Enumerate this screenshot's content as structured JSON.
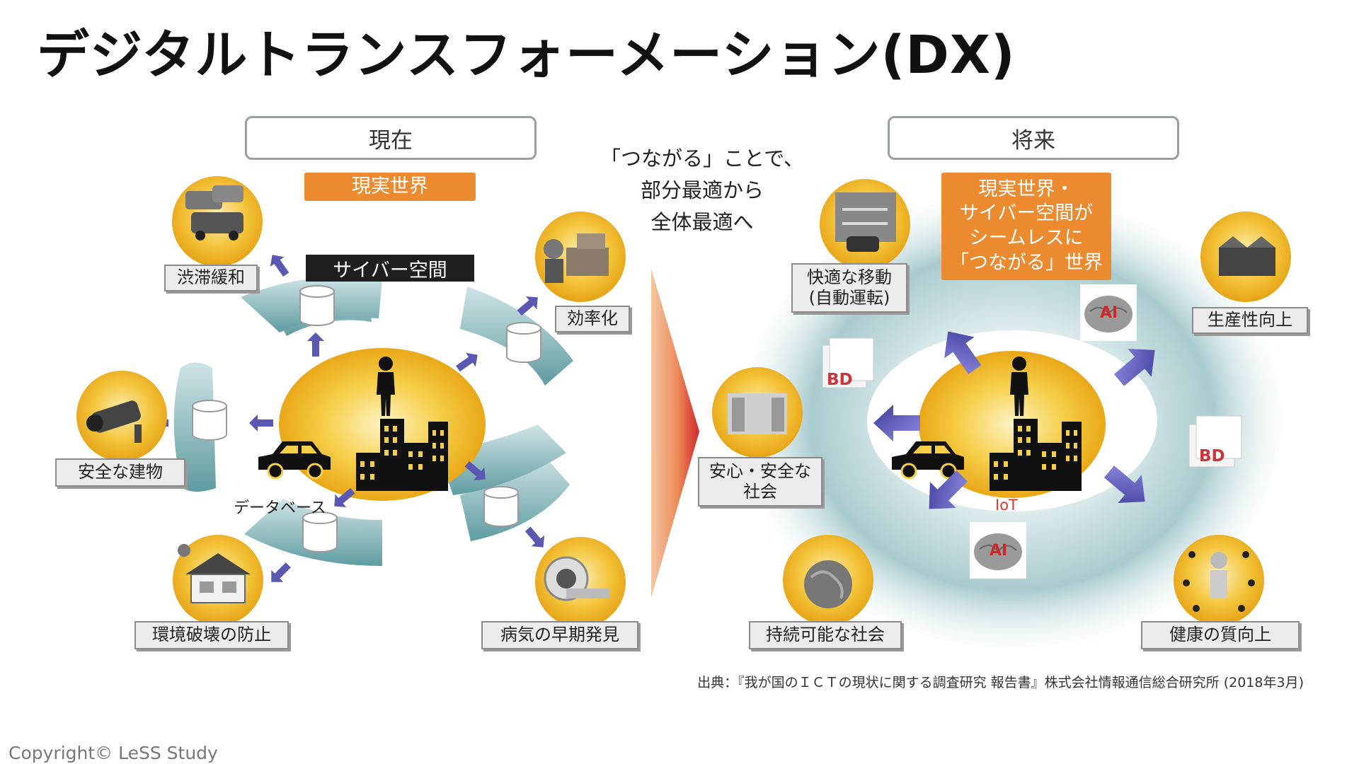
{
  "slide": {
    "title": "デジタルトランスフォーメーション(DX)",
    "source": "出典：『我が国のＩＣＴの現状に関する調査研究 報告書』株式会社情報通信総合研究所 (2018年3月)",
    "copyright": "Copyright© LeSS Study"
  },
  "diagram": {
    "center_text": "「つながる」ことで、\n部分最適から\n全体最適へ",
    "current": {
      "header": "現在",
      "real_world_tag": "現実世界",
      "cyber_space_tag": "サイバー空間",
      "database_label": "データベース",
      "labels": {
        "traffic": "渋滞緩和",
        "efficiency": "効率化",
        "safe_building": "安全な建物",
        "environment": "環境破壊の防止",
        "disease": "病気の早期発見"
      }
    },
    "future": {
      "header": "将来",
      "seamless_tag": "現実世界・\nサイバー空間が\nシームレスに\n「つながる」世界",
      "ai_label": "AI",
      "bd_label": "BD",
      "iot_label": "IoT",
      "labels": {
        "mobility": "快適な移動\n(自動運転)",
        "productivity": "生産性向上",
        "safe_society": "安心・安全な\n社会",
        "sustainable": "持続可能な社会",
        "health": "健康の質向上"
      }
    },
    "colors": {
      "teal": "#7ab2b7",
      "teal_dark": "#4f8f95",
      "gold": "#f0b51c",
      "gold_light": "#fbe69a",
      "orange": "#eb8a2e",
      "arrow_purple": "#5a58b3",
      "label_bg": "#ececec"
    }
  }
}
